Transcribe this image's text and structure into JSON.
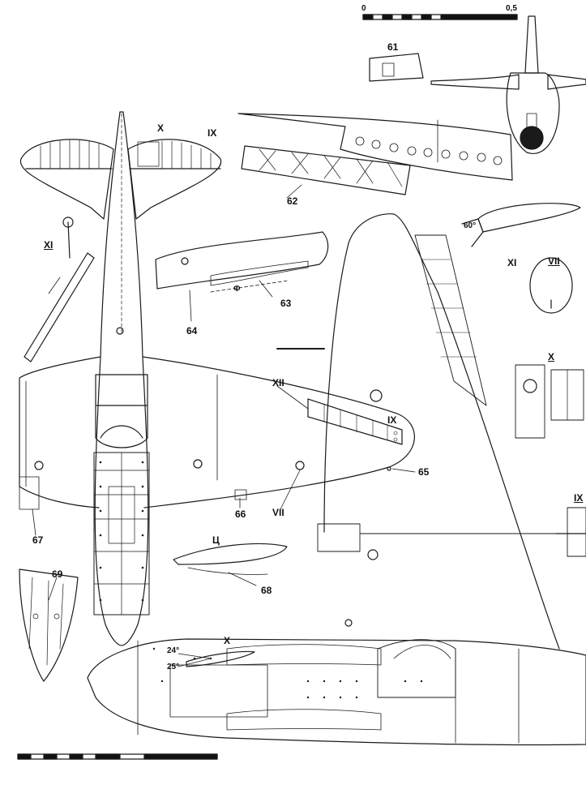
{
  "scale_bar": {
    "start": "0",
    "end": "0,5"
  },
  "labels": {
    "n61": "61",
    "n62": "62",
    "n63": "63",
    "n64": "64",
    "n65": "65",
    "n66": "66",
    "n67": "67",
    "n68": "68",
    "n69": "69",
    "ix_top": "IX",
    "x_top": "X",
    "xi_left": "XI",
    "xi_right": "XI",
    "vii_right": "VII",
    "x_right": "X",
    "xii_wing": "XII",
    "ix_wing": "IX",
    "vii_wing": "VII",
    "ix_edge": "IX",
    "ts_label": "Ц",
    "x_section": "X",
    "angle_60": "60°",
    "angle_24": "24°",
    "angle_25": "25°",
    "phi_mark": "Ф"
  },
  "colors": {
    "ink": "#1a1a1a",
    "paper": "#ffffff"
  }
}
